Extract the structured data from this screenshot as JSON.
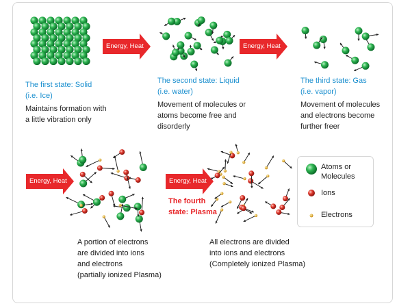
{
  "arrow_label": "Energy, Heat",
  "solid": {
    "title_line1": "The first state: Solid",
    "title_line2": "(i.e. Ice)",
    "desc_line1": "Maintains formation with",
    "desc_line2": "a little vibration only"
  },
  "liquid": {
    "title_line1": "The second state: Liquid",
    "title_line2": "(i.e. water)",
    "desc_line1": "Movement of molecules or",
    "desc_line2": "atoms become free and",
    "desc_line3": "disorderly"
  },
  "gas": {
    "title_line1": "The third state: Gas",
    "title_line2": "(i.e. vapor)",
    "desc_line1": "Movement of molecules",
    "desc_line2": "and electrons become",
    "desc_line3": "further freer"
  },
  "plasma": {
    "label_line1": "The fourth",
    "label_line2": "state: Plasma"
  },
  "partial": {
    "desc_line1": "A portion of electrons",
    "desc_line2": "are divided into ions",
    "desc_line3": "and electrons",
    "desc_line4": "(partially ionized Plasma)"
  },
  "complete": {
    "desc_line1": "All electrons are divided",
    "desc_line2": "into ions and electrons",
    "desc_line3": "(Completely ionized Plasma)"
  },
  "legend": {
    "atoms_line1": "Atoms or",
    "atoms_line2": "Molecules",
    "ions": "Ions",
    "electrons": "Electrons"
  },
  "colors": {
    "arrow": "#e8282b",
    "title": "#1a8fcf",
    "atom": "#2aa84a",
    "ion": "#d9332b",
    "electron": "#d9a21c"
  }
}
